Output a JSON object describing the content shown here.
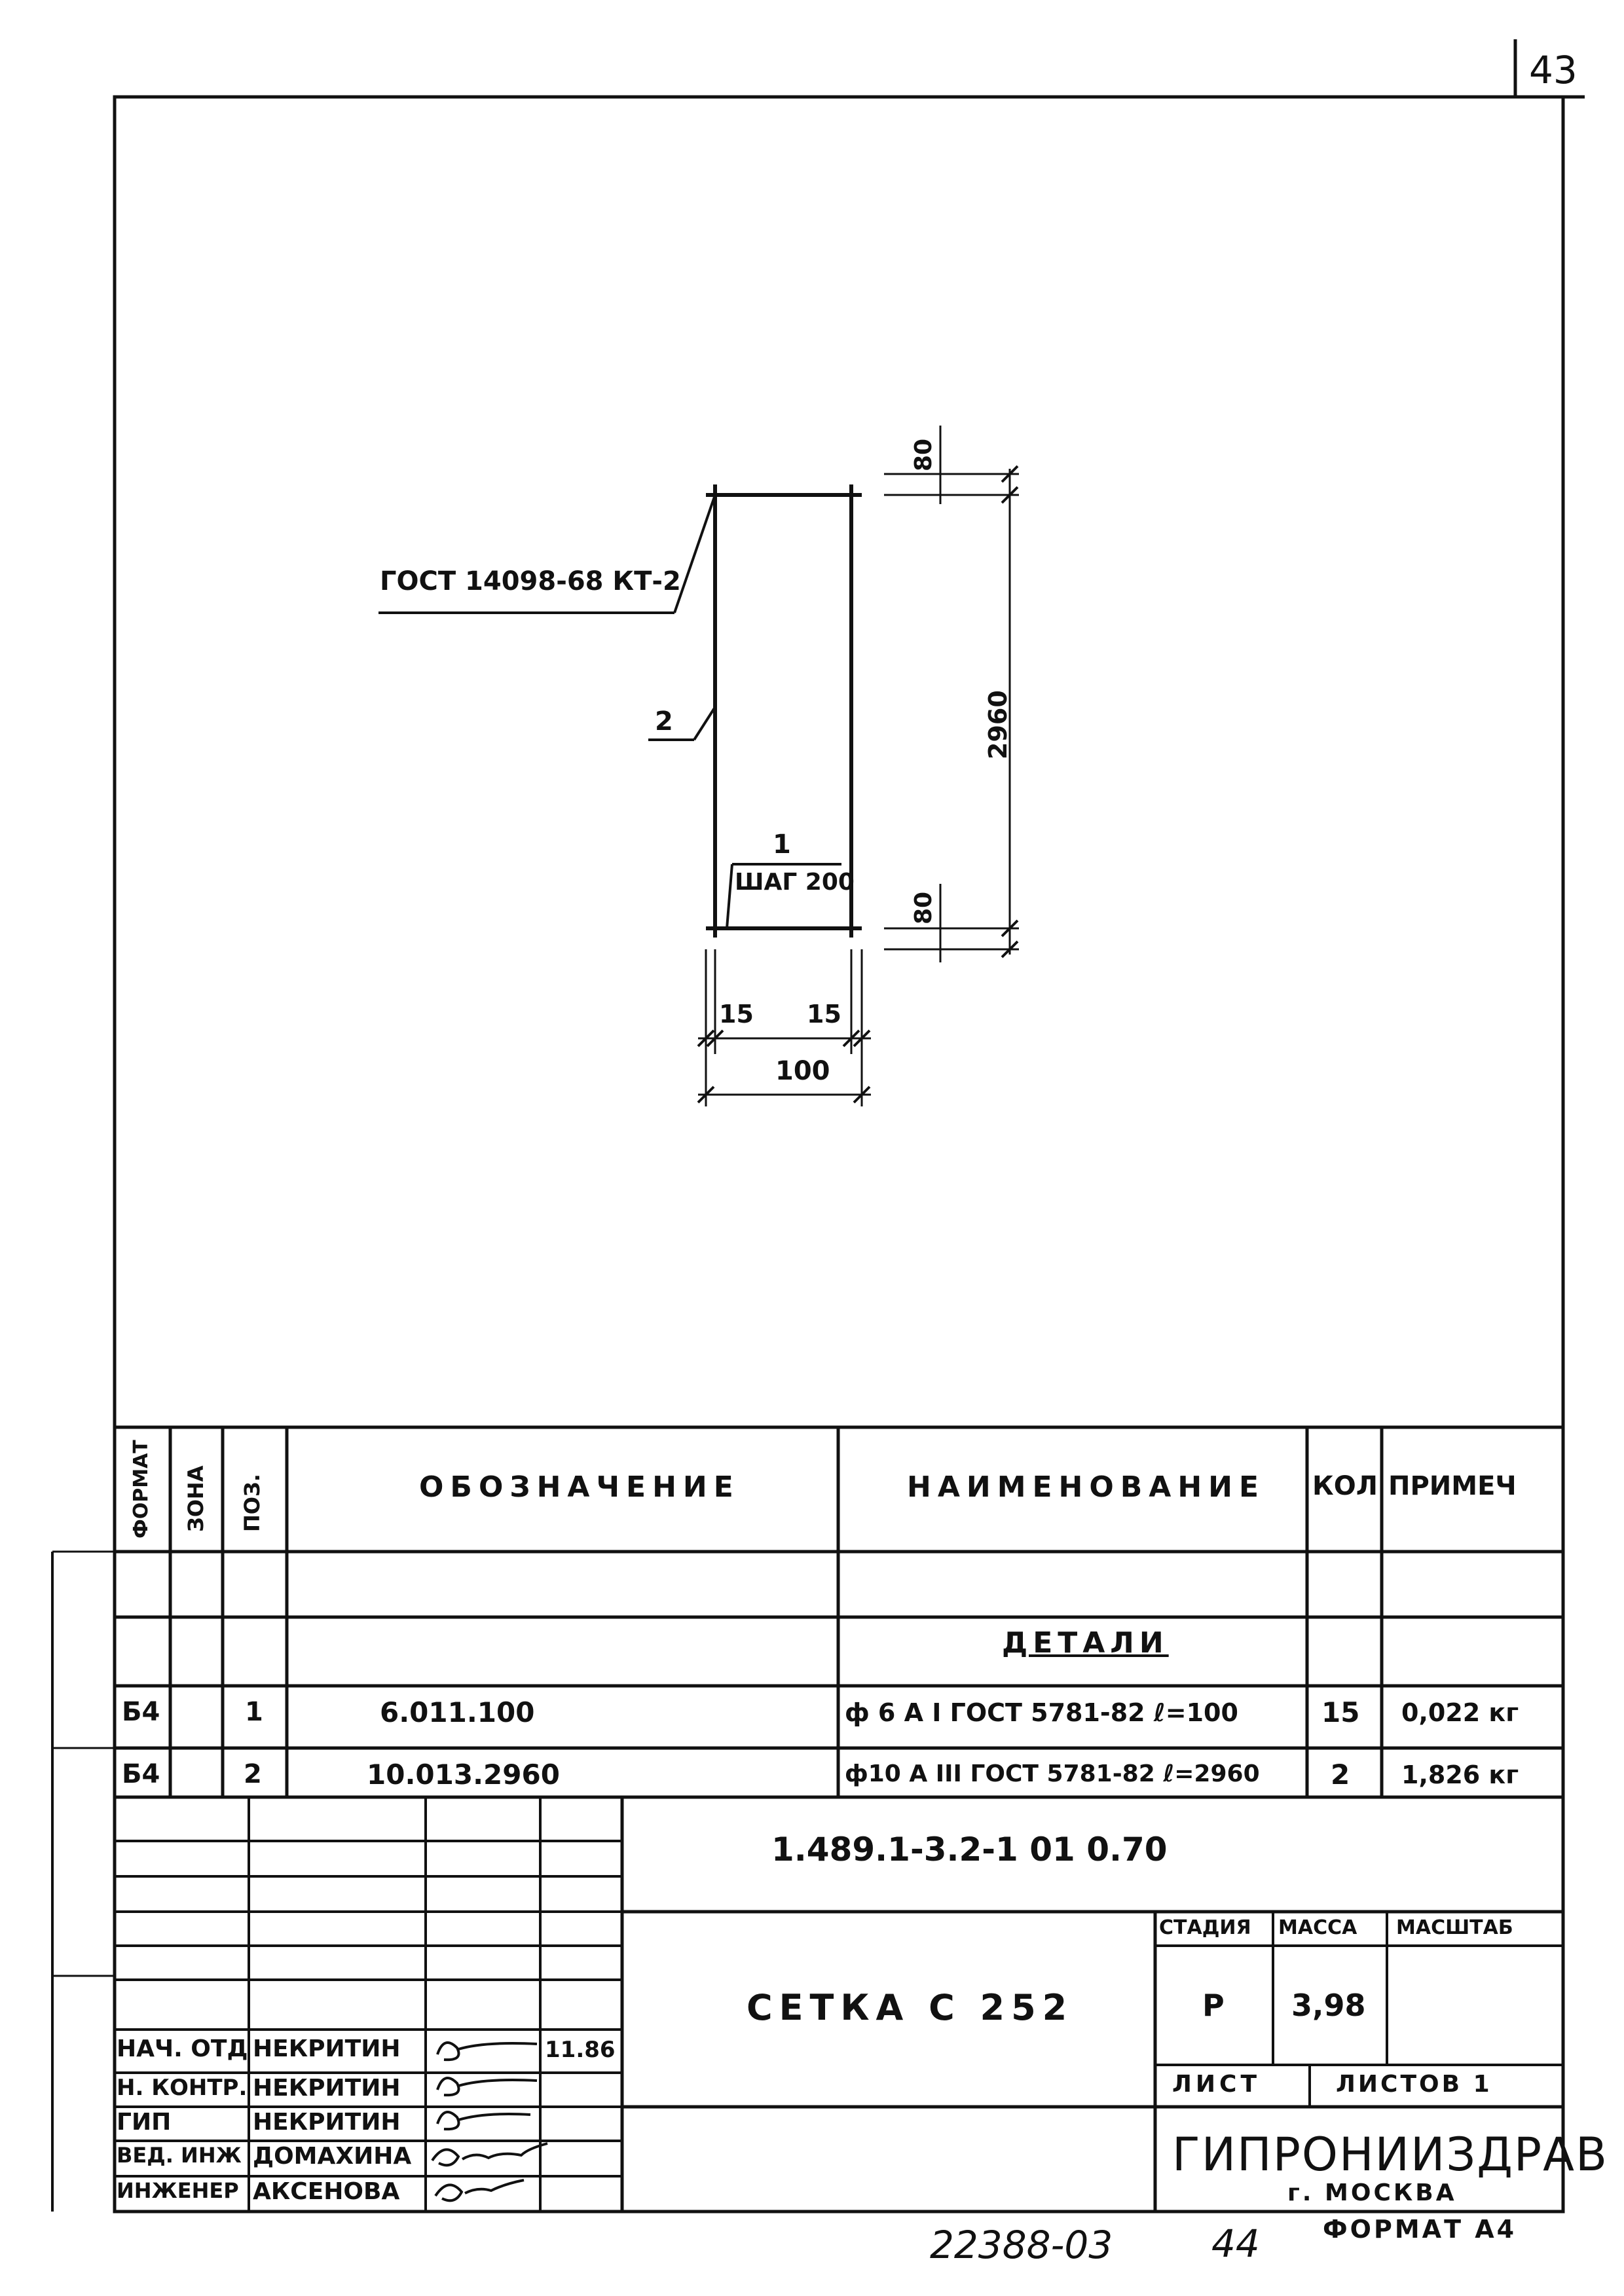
{
  "sheet_number": "43",
  "drawing": {
    "leader_gost": "ГОСТ 14098-68 КТ-2",
    "pos_long_bar": "2",
    "pos_short_bar": "1",
    "step_label": "ШАГ 200",
    "dim_top_offset": "80",
    "dim_bottom_offset": "80",
    "dim_height": "2960",
    "dim_left_edge": "15",
    "dim_right_edge": "15",
    "dim_width": "100"
  },
  "spec_table": {
    "headers": {
      "format": "ФОРМАТ",
      "zone": "ЗОНА",
      "pos": "ПОЗ.",
      "designation": "ОБОЗНАЧЕНИЕ",
      "name": "НАИМЕНОВАНИЕ",
      "qty": "КОЛ",
      "note": "ПРИМЕЧ"
    },
    "section_title": "ДЕТАЛИ",
    "rows": [
      {
        "format": "Б4",
        "zone": "",
        "pos": "1",
        "designation": "6.011.100",
        "name": "ф 6 А I ГОСТ 5781-82  ℓ=100",
        "qty": "15",
        "note": "0,022 кг"
      },
      {
        "format": "Б4",
        "zone": "",
        "pos": "2",
        "designation": "10.013.2960",
        "name": "ф10 А III ГОСТ 5781-82  ℓ=2960",
        "qty": "2",
        "note": "1,826 кг"
      }
    ]
  },
  "title_block": {
    "document_code": "1.489.1-3.2-1 01 0.70",
    "title": "СЕТКА С 252",
    "stage_label": "СТАДИЯ",
    "mass_label": "МАССА",
    "scale_label": "МАСШТАБ",
    "stage_value": "Р",
    "mass_value": "3,98",
    "scale_value": "",
    "sheet_label": "ЛИСТ",
    "sheets_label": "ЛИСТОВ 1",
    "organization": "ГИПРОНИИЗДРАВ",
    "city": "г. МОСКВА",
    "date": "11.86",
    "signatures": [
      {
        "role": "НАЧ. ОТД",
        "name": "НЕКРИТИН"
      },
      {
        "role": "Н. КОНТР.",
        "name": "НЕКРИТИН"
      },
      {
        "role": "ГИП",
        "name": "НЕКРИТИН"
      },
      {
        "role": "ВЕД. ИНЖ",
        "name": "ДОМАХИНА"
      },
      {
        "role": "ИНЖЕНЕР",
        "name": "АКСЕНОВА"
      }
    ]
  },
  "footer": {
    "archive_number": "22388-03",
    "page_number": "44",
    "format": "ФОРМАТ А4"
  }
}
